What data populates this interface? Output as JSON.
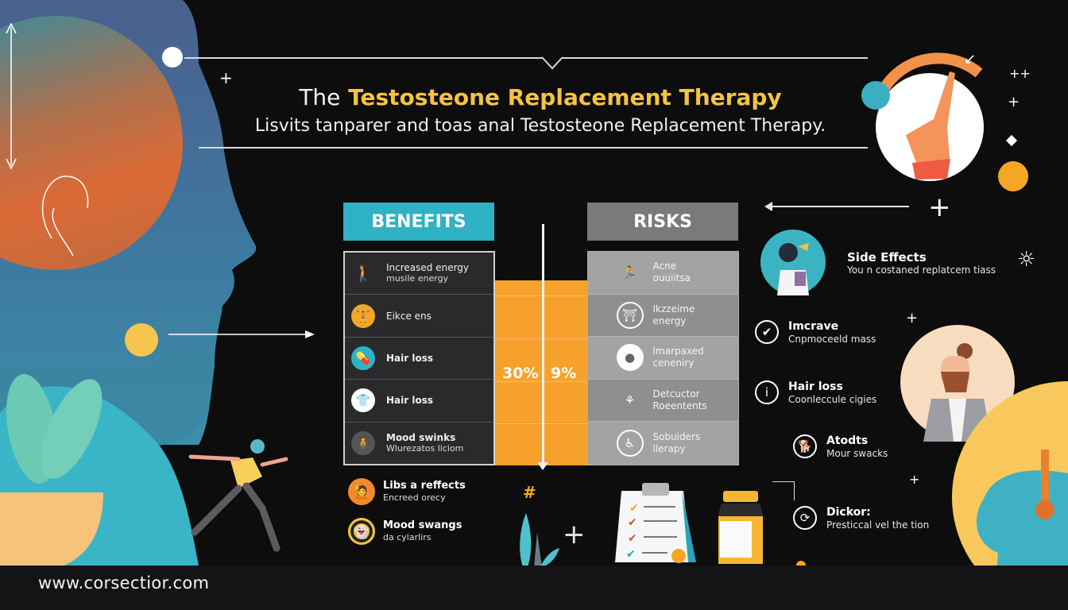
{
  "header": {
    "title_prefix": "The",
    "title_highlight": "Testosteone Replacement Therapy",
    "subtitle": "Lisvits tanparer and toas anal Testosteone Replacement Therapy."
  },
  "colors": {
    "benefits": "#2fb2c4",
    "risks": "#7a7a7a",
    "accent_orange": "#f6a12c",
    "title_yellow": "#f5c242",
    "background": "#0d0d0e"
  },
  "benefits": {
    "label": "BENEFITS",
    "rows": [
      {
        "title": "Increased energy",
        "sub": "musile energy",
        "icon": "walking-person-icon"
      },
      {
        "title": "Eikce ens",
        "sub": "",
        "icon": "weightlifter-icon"
      },
      {
        "title": "Hair loss",
        "sub": "",
        "icon": "capsule-icon"
      },
      {
        "title": "Hair loss",
        "sub": "",
        "icon": "person-icon"
      },
      {
        "title": "Mood swinks",
        "sub": "Wlurezatos liciom",
        "icon": "mood-icon"
      }
    ]
  },
  "risks": {
    "label": "RISKS",
    "rows": [
      {
        "title": "Acne",
        "sub": "ouuiitsa",
        "icon": "running-person-icon"
      },
      {
        "title": "Ikzzeime",
        "sub": "energy",
        "icon": "desk-icon"
      },
      {
        "title": "Imarpaxed",
        "sub": "ceneniry",
        "icon": "liver-icon"
      },
      {
        "title": "Detcuctor",
        "sub": "Roeentents",
        "icon": "plant-icon"
      },
      {
        "title": "Sobuiders",
        "sub": "llerapy",
        "icon": "therapy-icon"
      }
    ]
  },
  "comparison": {
    "left_pct": "30%",
    "right_pct": "9%"
  },
  "lower_items": [
    {
      "title": "Libs a reffects",
      "sub": "Encreed orecy",
      "icon": "face-icon",
      "color": "#f28a2e"
    },
    {
      "title": "Mood swangs",
      "sub": "da cylarlirs",
      "icon": "ghost-icon",
      "color": "#f5c242"
    }
  ],
  "right_items": [
    {
      "title": "Side Effects",
      "sub": "You n costaned replatcem tiass",
      "icon": "woman-avatar-icon"
    },
    {
      "title": "Imcrave",
      "sub": "Cnpmoceeld mass",
      "icon": "check-icon"
    },
    {
      "title": "Hair loss",
      "sub": "Coonleccule cigies",
      "icon": "info-icon"
    },
    {
      "title": "Atodts",
      "sub": "Mour swacks",
      "icon": "dog-icon"
    },
    {
      "title": "Dickor:",
      "sub": "Presticcal vel the tion",
      "icon": "cycle-icon"
    }
  ],
  "footer": {
    "url": "www.corsectior.com"
  }
}
